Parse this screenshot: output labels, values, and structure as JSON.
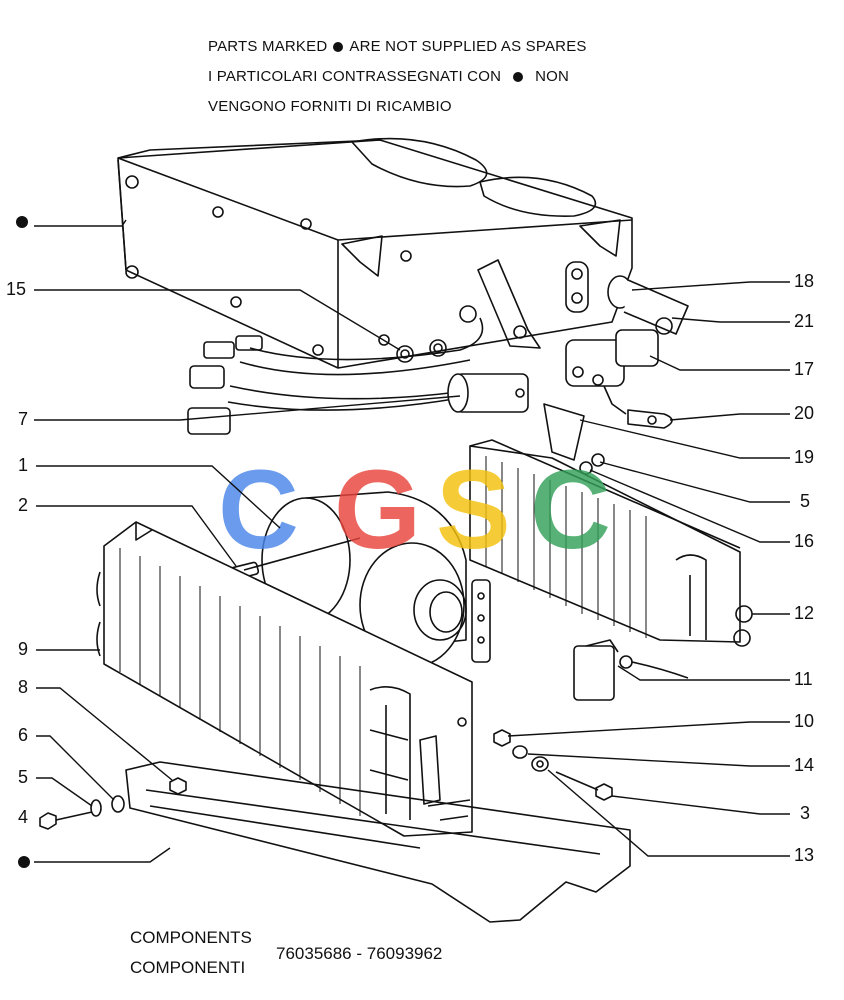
{
  "notice": {
    "line1_before": "PARTS MARKED",
    "line1_after": "ARE NOT SUPPLIED AS SPARES",
    "line2_before": "I  PARTICOLARI  CONTRASSEGNATI  CON",
    "line2_after": "NON",
    "line3": "VENGONO FORNITI DI RICAMBIO"
  },
  "watermark": {
    "letters": [
      "C",
      "G",
      "S",
      "C"
    ],
    "colors": [
      "#4a86e8",
      "#e8453c",
      "#f4c20d",
      "#34a05a"
    ]
  },
  "callouts": {
    "left": [
      "15",
      "7",
      "1",
      "2",
      "9",
      "8",
      "6",
      "5",
      "4"
    ],
    "right": [
      "18",
      "21",
      "17",
      "20",
      "19",
      "5",
      "16",
      "12",
      "11",
      "10",
      "14",
      "3",
      "13"
    ]
  },
  "footer": {
    "label_en": "COMPONENTS",
    "label_it": "COMPONENTI",
    "codes": "76035686 - 76093962"
  }
}
